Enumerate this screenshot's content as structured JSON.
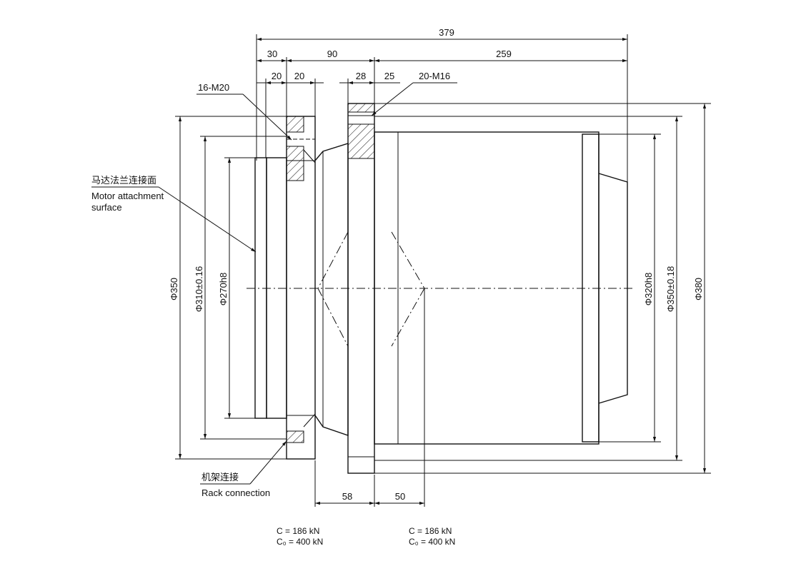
{
  "dimensions": {
    "top": {
      "overall": "379",
      "flange_width": "30",
      "middle": "90",
      "housing": "259",
      "d20a": "20",
      "d20b": "20",
      "d28": "28",
      "d25": "25"
    },
    "bottom": {
      "d58": "58",
      "d50": "50"
    },
    "left": {
      "phi350": "Φ350",
      "phi310": "Φ310±0.16",
      "phi270": "Φ270h8"
    },
    "right": {
      "phi320": "Φ320h8",
      "phi350": "Φ350±0.18",
      "phi380": "Φ380"
    }
  },
  "labels": {
    "bolts_left": "16-M20",
    "bolts_right": "20-M16",
    "motor_cn": "马达法兰连接面",
    "motor_en_1": "Motor attachment",
    "motor_en_2": "surface",
    "rack_cn": "机架连接",
    "rack_en": "Rack connection"
  },
  "loads": {
    "left": {
      "c": "C  = 186 kN",
      "c0": "C₀ = 400 kN"
    },
    "right": {
      "c": "C  = 186 kN",
      "c0": "C₀ = 400 kN"
    }
  }
}
